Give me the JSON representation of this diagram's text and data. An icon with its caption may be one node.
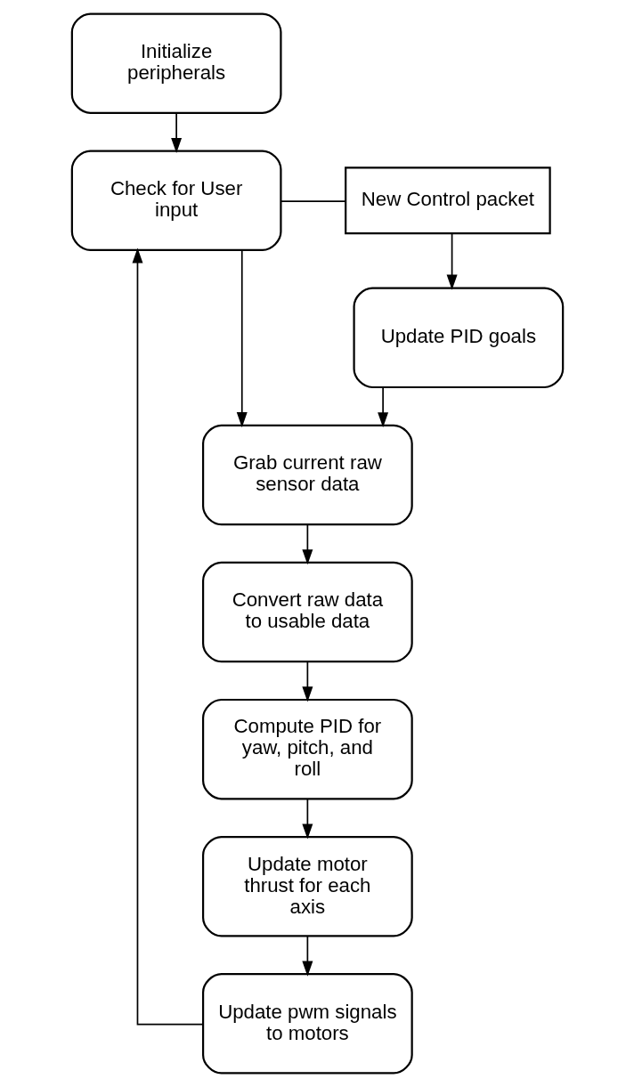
{
  "diagram": {
    "nodes": [
      {
        "text": [
          "Initialize peripherals"
        ]
      },
      {
        "text": [
          "Check for User input"
        ]
      },
      {
        "text": [
          "New Control packet"
        ]
      },
      {
        "text": [
          "Update PID goals"
        ]
      },
      {
        "text": [
          "Grab current raw sensor data"
        ]
      },
      {
        "text": [
          "Convert raw data to usable data"
        ]
      },
      {
        "text": [
          "Compute PID for yaw, pitch, and roll"
        ]
      },
      {
        "text": [
          "Update motor thrust for each axis"
        ]
      },
      {
        "text": [
          "Update pwm signals to motors"
        ]
      }
    ],
    "edges": [
      {
        "from": 0,
        "to": 1,
        "arrow": "to"
      },
      {
        "from": 1,
        "to": 2,
        "arrow": "none"
      },
      {
        "from": 2,
        "to": 3,
        "arrow": "to"
      },
      {
        "from": 1,
        "to": 4,
        "arrow": "to"
      },
      {
        "from": 3,
        "to": 4,
        "arrow": "to"
      },
      {
        "from": 4,
        "to": 5,
        "arrow": "to"
      },
      {
        "from": 5,
        "to": 6,
        "arrow": "to"
      },
      {
        "from": 6,
        "to": 7,
        "arrow": "to"
      },
      {
        "from": 7,
        "to": 8,
        "arrow": "to"
      },
      {
        "from": 8,
        "to": 1,
        "arrow": "to"
      }
    ]
  }
}
